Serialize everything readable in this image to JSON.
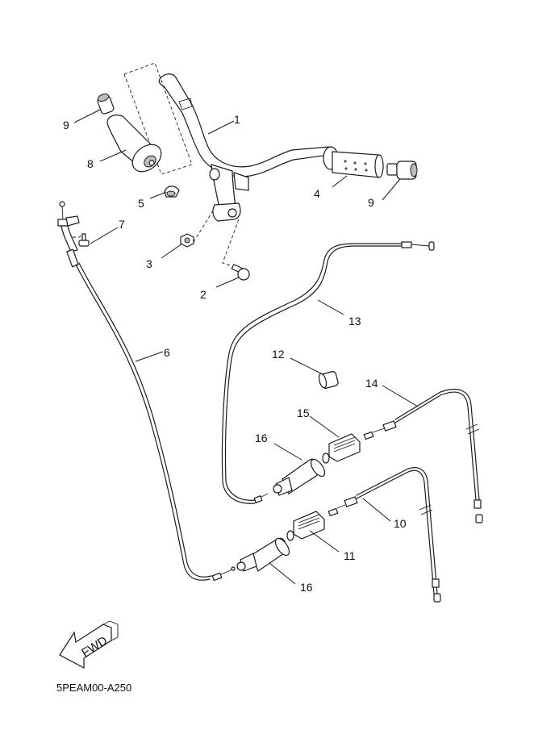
{
  "diagram": {
    "title": "Steering handle & cables exploded view",
    "drawing_code": "5PEAM00-A250",
    "direction_indicator": "FWD",
    "callouts": [
      {
        "id": "c1",
        "number": "1",
        "part": "handlebar"
      },
      {
        "id": "c2",
        "number": "2",
        "part": "bolt"
      },
      {
        "id": "c3",
        "number": "3",
        "part": "nut"
      },
      {
        "id": "c4",
        "number": "4",
        "part": "grip-left"
      },
      {
        "id": "c5",
        "number": "5",
        "part": "cap"
      },
      {
        "id": "c6",
        "number": "6",
        "part": "throttle-cable"
      },
      {
        "id": "c7",
        "number": "7",
        "part": "screw"
      },
      {
        "id": "c8",
        "number": "8",
        "part": "throttle-grip-assembly"
      },
      {
        "id": "c9a",
        "number": "9",
        "part": "grip-end-right"
      },
      {
        "id": "c9b",
        "number": "9",
        "part": "grip-end-left"
      },
      {
        "id": "c10",
        "number": "10",
        "part": "brake-cable-front"
      },
      {
        "id": "c11",
        "number": "11",
        "part": "joint"
      },
      {
        "id": "c12",
        "number": "12",
        "part": "collar"
      },
      {
        "id": "c13",
        "number": "13",
        "part": "cable"
      },
      {
        "id": "c14",
        "number": "14",
        "part": "brake-cable-rear"
      },
      {
        "id": "c15",
        "number": "15",
        "part": "joint"
      },
      {
        "id": "c16a",
        "number": "16",
        "part": "boot-upper"
      },
      {
        "id": "c16b",
        "number": "16",
        "part": "boot-lower"
      }
    ]
  }
}
